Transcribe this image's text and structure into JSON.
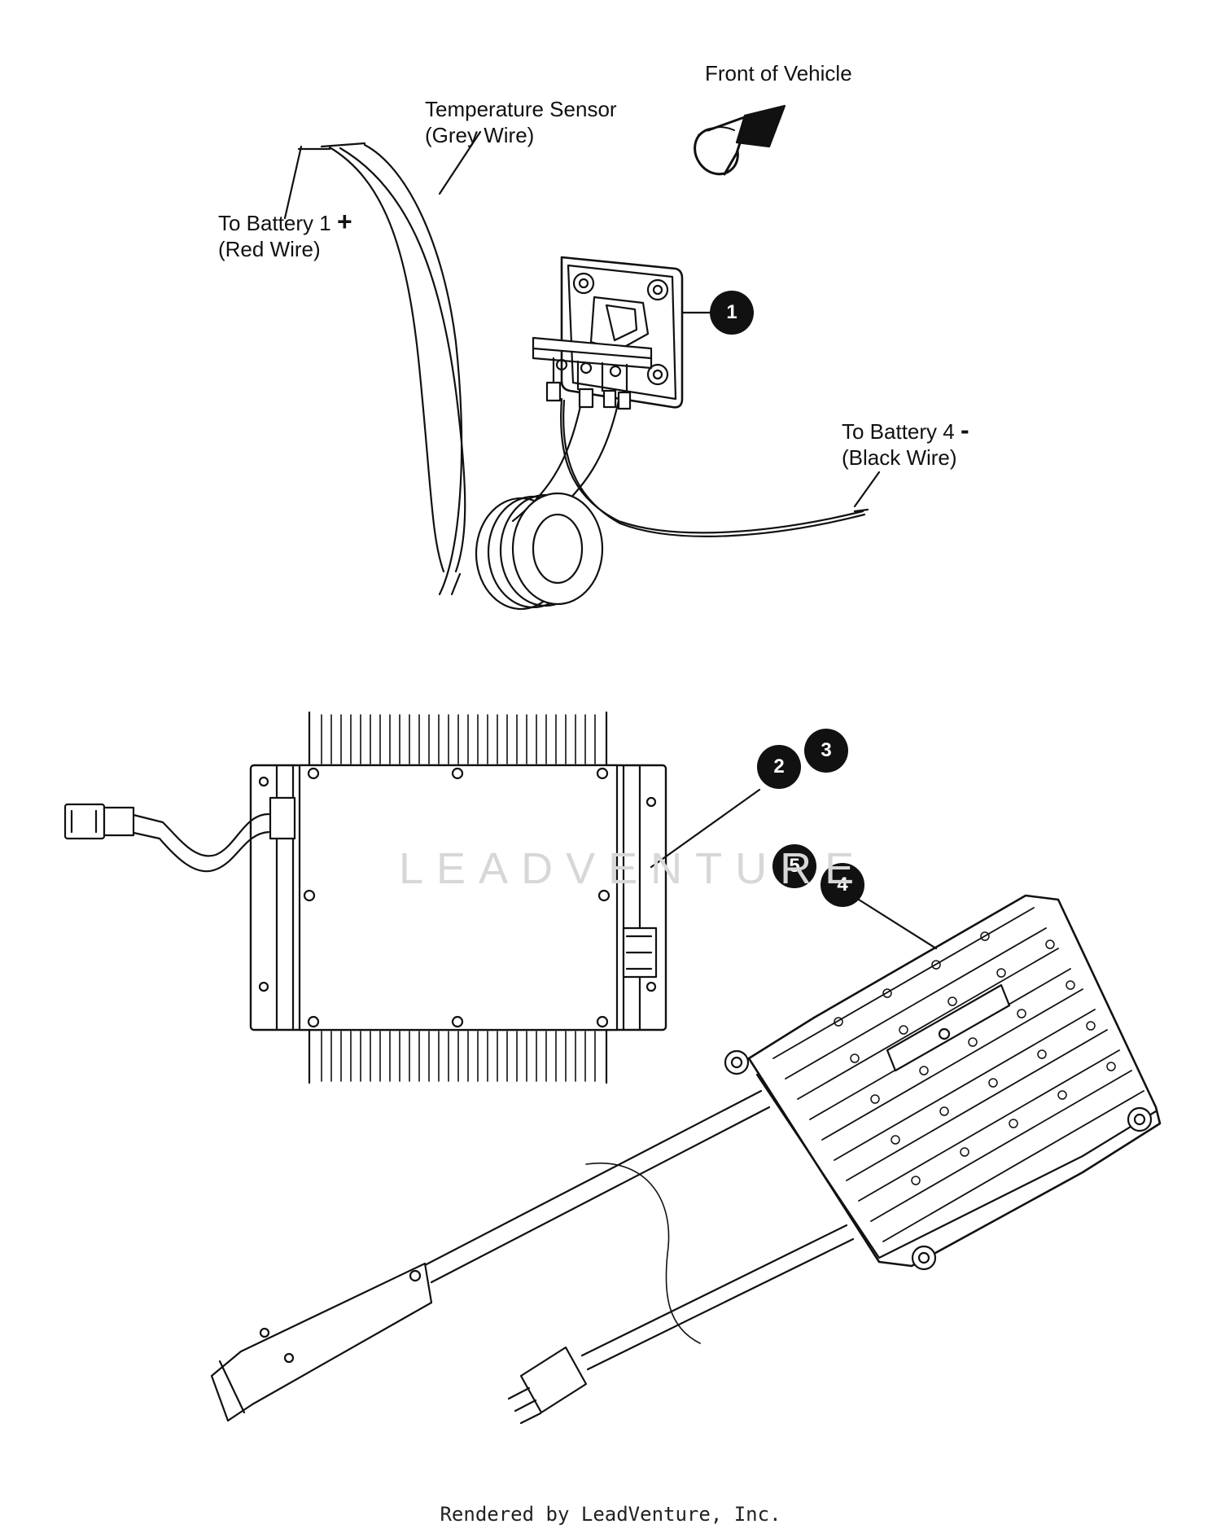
{
  "labels": {
    "front_of_vehicle": "Front of Vehicle",
    "temp_sensor_line1": "Temperature Sensor",
    "temp_sensor_line2": "(Grey Wire)",
    "battery1_line1": "To Battery 1",
    "battery1_sign": "+",
    "battery1_line2": "(Red Wire)",
    "battery4_line1": "To Battery 4",
    "battery4_sign": "-",
    "battery4_line2": "(Black Wire)"
  },
  "callouts": [
    "1",
    "2",
    "3",
    "4",
    "5"
  ],
  "watermark": "LEADVENTURE",
  "footer": "Rendered by LeadVenture, Inc."
}
